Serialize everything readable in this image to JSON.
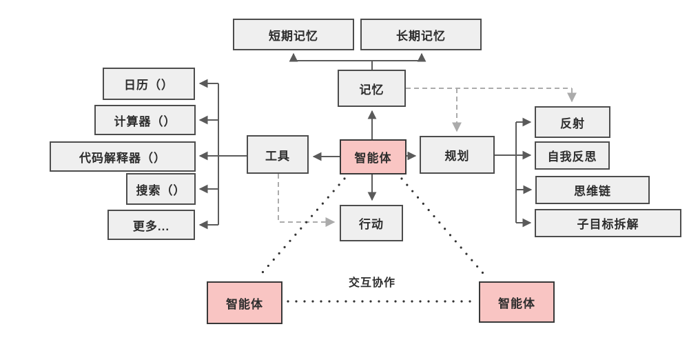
{
  "nodes": {
    "agent_center": "智能体",
    "memory": "记忆",
    "short_term_memory": "短期记忆",
    "long_term_memory": "长期记忆",
    "tools": "工具",
    "tool_items": [
      "日历（）",
      "计算器（）",
      "代码解释器（）",
      "搜索（）",
      "更多..."
    ],
    "planning": "规划",
    "planning_items": [
      "反射",
      "自我反思",
      "思维链",
      "子目标拆解"
    ],
    "action": "行动",
    "agent_left": "智能体",
    "agent_right": "智能体",
    "collaboration": "交互协作"
  },
  "colors": {
    "node_fill": "#efefef",
    "node_border": "#4c4c4c",
    "agent_fill": "#f9c5c3",
    "agent_border": "#383838",
    "arrow": "#5a5a5a",
    "dashed_arrow": "#ababab",
    "dotted_line": "#333333",
    "background": "#ffffff"
  }
}
